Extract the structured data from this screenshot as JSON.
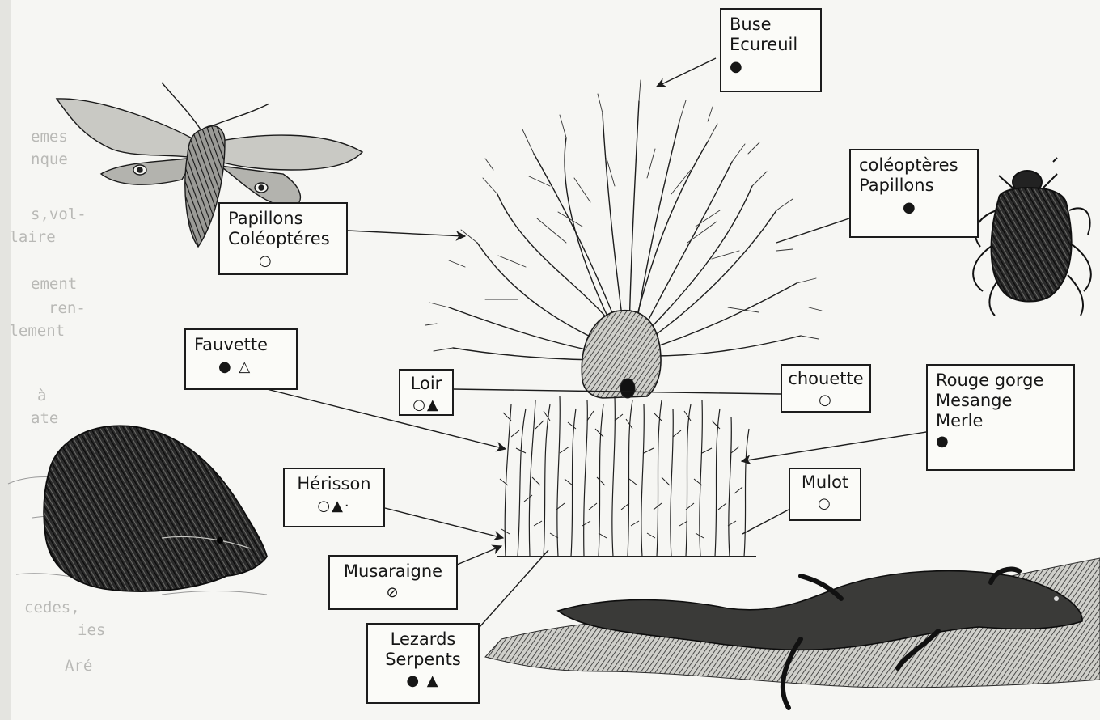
{
  "labels": {
    "buse": {
      "lines": [
        "Buse",
        "Ecureuil"
      ],
      "symbols": "●"
    },
    "papillons": {
      "lines": [
        "Papillons",
        "Coléoptéres"
      ],
      "symbols": "○"
    },
    "coleopteres": {
      "lines": [
        "coléoptères",
        "Papillons"
      ],
      "symbols": "●"
    },
    "fauvette": {
      "lines": [
        "Fauvette"
      ],
      "symbols": "● △"
    },
    "loir": {
      "lines": [
        "Loir"
      ],
      "symbols": "○▲"
    },
    "chouette": {
      "lines": [
        "chouette"
      ],
      "symbols": "○"
    },
    "rouge": {
      "lines": [
        "Rouge gorge",
        "Mesange",
        "Merle"
      ],
      "symbols": "●"
    },
    "herisson": {
      "lines": [
        "Hérisson"
      ],
      "symbols": "○▲·"
    },
    "mulot": {
      "lines": [
        "Mulot"
      ],
      "symbols": "○"
    },
    "musaraigne": {
      "lines": [
        "Musaraigne"
      ],
      "symbols": "⊘"
    },
    "lezards": {
      "lines": [
        "Lezards",
        "Serpents"
      ],
      "symbols": "● ▲"
    }
  },
  "bleed_through": [
    "emes",
    "nque",
    "s,vol-",
    "ulaire",
    "ement",
    "ren-",
    "llement",
    "à",
    "ate",
    "cedes,",
    "ies",
    "Aré"
  ],
  "colors": {
    "ink": "#1c1c1c",
    "paper": "#f6f6f3"
  }
}
